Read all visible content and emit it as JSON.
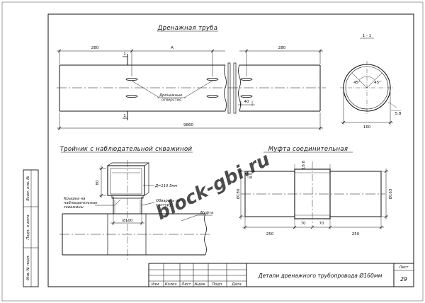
{
  "drawing": {
    "titles": {
      "drain_pipe": "Дренажная труба",
      "section": "1 - 1",
      "tee": "Тройник с наблюдательной скважиной",
      "coupling": "Муфта соединительная"
    },
    "pipe_dims": {
      "left_end": "280",
      "middle": "A",
      "right_end": "280",
      "total_length": "9860",
      "hole_step": "40",
      "section_mark": "1"
    },
    "pipe_notes": {
      "holes": "Дренажные\nотверстия"
    },
    "section_dims": {
      "angle_left": "45°",
      "angle_right": "45°",
      "wall": "5.8",
      "diameter": "160"
    },
    "tee_dims": {
      "riser_height": "80",
      "riser_diameter": "Ø100"
    },
    "tee_notes": {
      "lid": "Крышка на\nнаблюдательные\nскважины",
      "riser_pipe": "Д=110 5мм",
      "seat": "Обварить по\nконтуру",
      "coupling": "Муфта"
    },
    "coupling_dims": {
      "top_small": "18.8",
      "left_small": "8.5",
      "inner_d": "Ø180",
      "outer_d": "Ø163",
      "left_len": "250",
      "mid_left": "70",
      "mid_right": "70",
      "right_len": "250"
    },
    "watermark": "block-gbi.ru"
  },
  "title_block": {
    "headers": [
      "Изм.",
      "Колич.",
      "Лист",
      "№док.",
      "Подп.",
      "Дата"
    ],
    "title": "Детали дренажного трубопровода Ø160мм",
    "sheet_label": "Лист",
    "sheet_number": "29"
  },
  "side_stamp": {
    "labels": [
      "Взам. инв. №",
      "Подп. и дата",
      "Инв. № подл."
    ]
  }
}
